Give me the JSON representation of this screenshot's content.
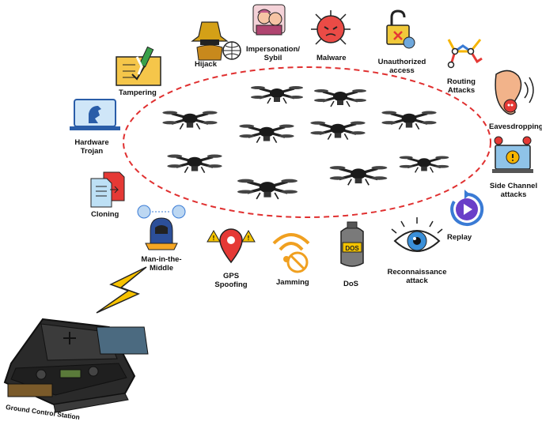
{
  "attacks": [
    {
      "id": "hijack",
      "label": "Hijack"
    },
    {
      "id": "impersonation",
      "label": "Impersonation/\nSybil"
    },
    {
      "id": "malware",
      "label": "Malware"
    },
    {
      "id": "unauthorized",
      "label": "Unauthorized\naccess"
    },
    {
      "id": "routing",
      "label": "Routing\nAttacks"
    },
    {
      "id": "eavesdropping",
      "label": "Eavesdropping"
    },
    {
      "id": "sidechannel",
      "label": "Side Channel\nattacks"
    },
    {
      "id": "replay",
      "label": "Replay"
    },
    {
      "id": "reconnaissance",
      "label": "Reconnaissance\nattack"
    },
    {
      "id": "dos",
      "label": "DoS"
    },
    {
      "id": "jamming",
      "label": "Jamming"
    },
    {
      "id": "gps",
      "label": "GPS\nSpoofing"
    },
    {
      "id": "mitm",
      "label": "Man-in-the-\nMiddle"
    },
    {
      "id": "cloning",
      "label": "Cloning"
    },
    {
      "id": "trojan",
      "label": "Hardware\nTrojan"
    },
    {
      "id": "tampering",
      "label": "Tampering"
    }
  ],
  "ground_station": {
    "label": "Ground Control Station"
  },
  "icons": {
    "dos_text": "DOS"
  },
  "colors": {
    "swarm_border": "#e03030",
    "lightning": "#f7c200",
    "accent_red": "#e53935",
    "accent_blue": "#3a7bd5"
  }
}
